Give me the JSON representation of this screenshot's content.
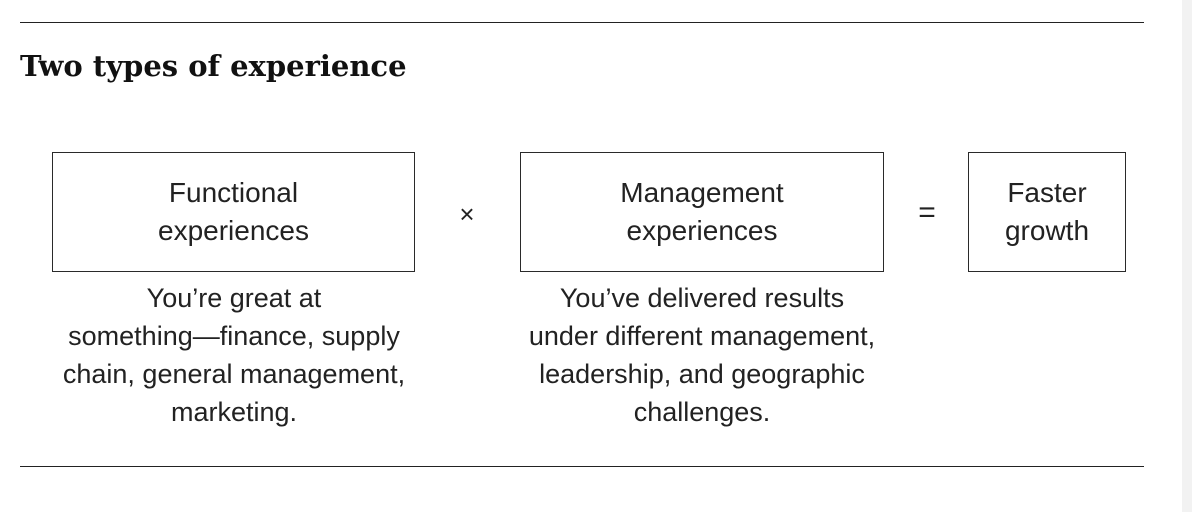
{
  "title": "Two types of experience",
  "boxes": {
    "functional": "Functional\nexperiences",
    "management": "Management\nexperiences",
    "result": "Faster\ngrowth"
  },
  "operators": {
    "times": "×",
    "equals": "="
  },
  "descriptions": {
    "functional": "You’re great at\nsomething—finance, supply\nchain, general management,\nmarketing.",
    "management": "You’ve delivered results\nunder different management,\nleadership, and geographic\nchallenges."
  }
}
